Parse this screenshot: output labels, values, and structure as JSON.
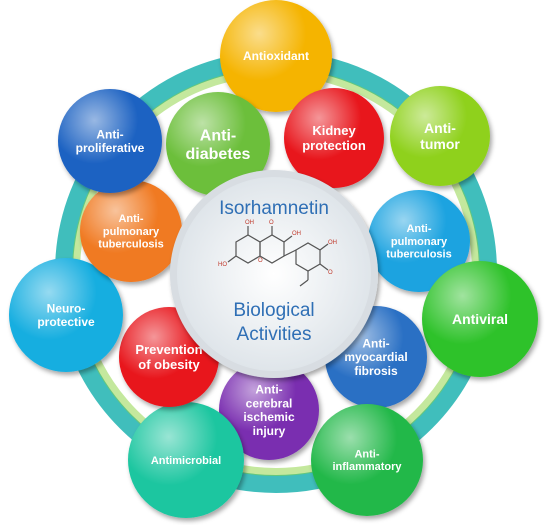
{
  "diagram": {
    "center": {
      "title": "Isorhamnetin",
      "subtitle_line1": "Biological",
      "subtitle_line2": "Activities"
    },
    "nodes": [
      {
        "id": "antioxidant",
        "lines": [
          "Antioxidant"
        ],
        "color": "#f5b400"
      },
      {
        "id": "kidney",
        "lines": [
          "Kidney",
          "protection"
        ],
        "color": "#e8141f"
      },
      {
        "id": "antitumor",
        "lines": [
          "Anti-",
          "tumor"
        ],
        "color": "#8fd11f"
      },
      {
        "id": "antipulm-right",
        "lines": [
          "Anti-",
          "pulmonary",
          "tuberculosis"
        ],
        "color": "#1aa3e0"
      },
      {
        "id": "antiviral",
        "lines": [
          "Antiviral"
        ],
        "color": "#2fc22b"
      },
      {
        "id": "antimyocardial",
        "lines": [
          "Anti-",
          "myocardial",
          "fibrosis"
        ],
        "color": "#2a6fc4"
      },
      {
        "id": "antiinflammatory",
        "lines": [
          "Anti-",
          "inflammatory"
        ],
        "color": "#23b84a"
      },
      {
        "id": "anticerebral",
        "lines": [
          "Anti-",
          "cerebral",
          "ischemic",
          "injury"
        ],
        "color": "#7a2fb0"
      },
      {
        "id": "antimicrobial",
        "lines": [
          "Antimicrobial"
        ],
        "color": "#1fc6a0"
      },
      {
        "id": "obesity",
        "lines": [
          "Prevention",
          "of obesity"
        ],
        "color": "#e8141f"
      },
      {
        "id": "neuro",
        "lines": [
          "Neuro-",
          "protective"
        ],
        "color": "#17aee0"
      },
      {
        "id": "antipulm-left",
        "lines": [
          "Anti-",
          "pulmonary",
          "tuberculosis"
        ],
        "color": "#f07a22"
      },
      {
        "id": "antiproliferative",
        "lines": [
          "Anti-",
          "proliferative"
        ],
        "color": "#1f62c2"
      },
      {
        "id": "antidiabetes",
        "lines": [
          "Anti-",
          "diabetes"
        ],
        "color": "#6cbf3a"
      }
    ]
  }
}
